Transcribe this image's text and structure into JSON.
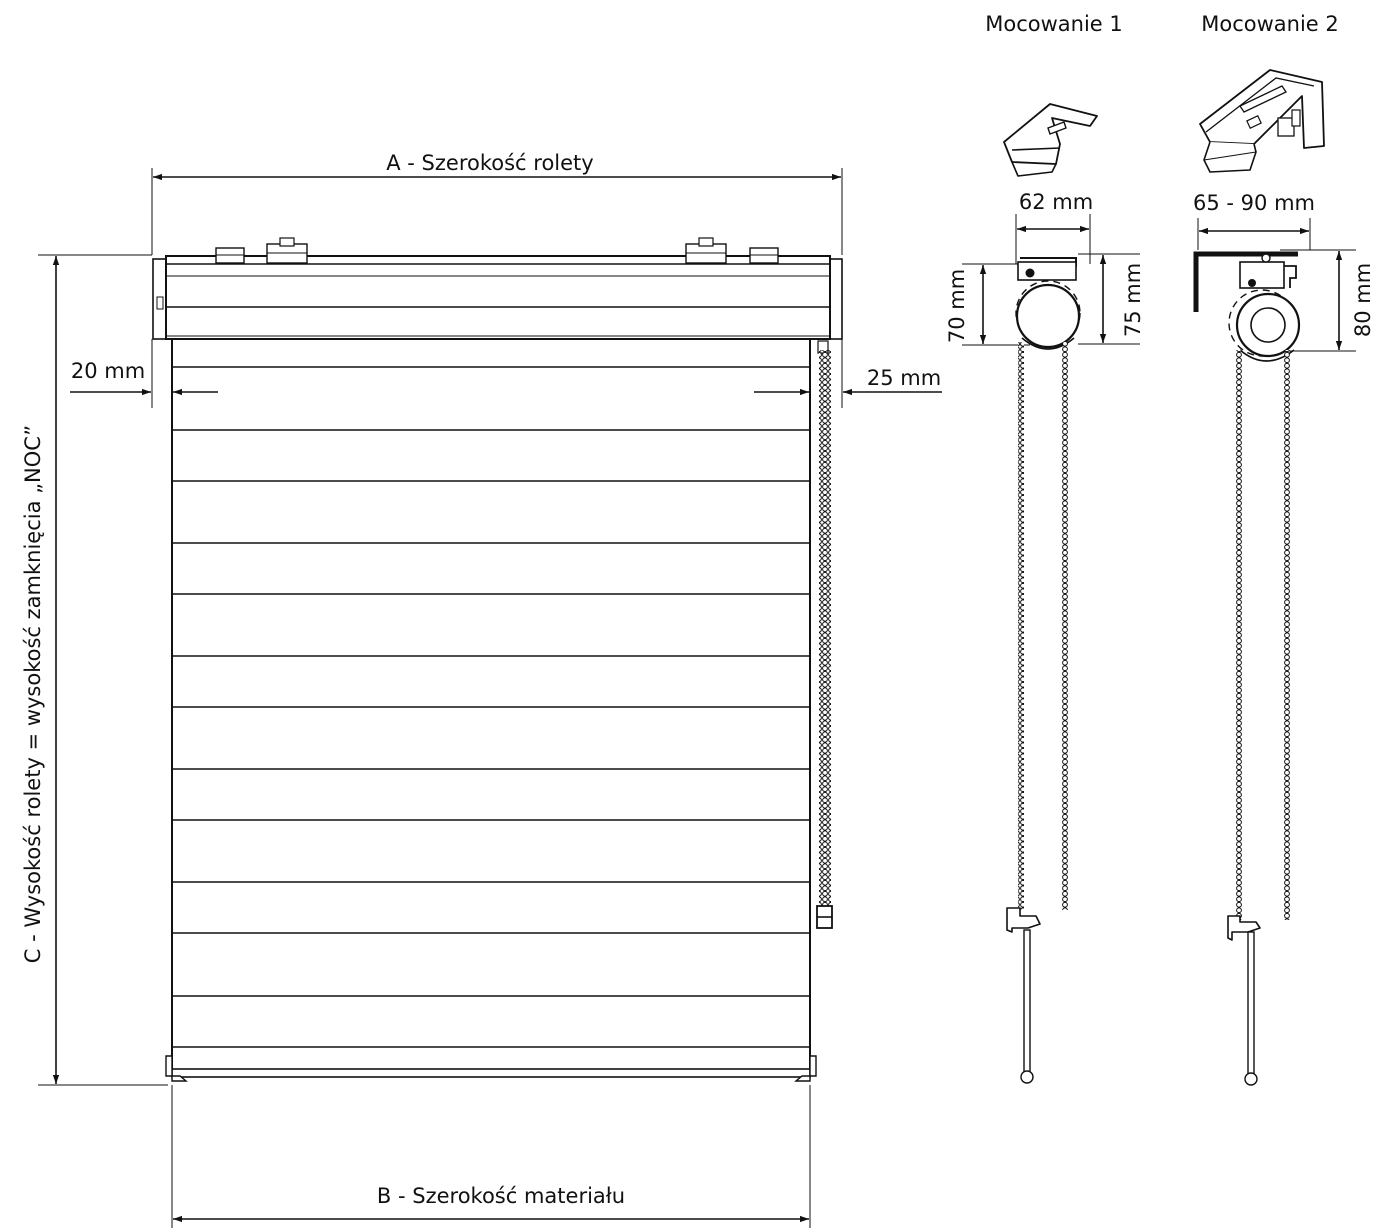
{
  "colors": {
    "line": "#111111",
    "background": "#ffffff",
    "fabric": "#ffffff"
  },
  "dimensions": {
    "width_a": "A - Szerokość rolety",
    "width_b": "B - Szerokość materiału",
    "height_c": "C - Wysokość rolety = wysokość zamknięcia „NOC”",
    "left_margin": "20 mm",
    "right_margin": "25 mm"
  },
  "mounts": [
    {
      "title": "Mocowanie 1",
      "depth": "62 mm",
      "height_outer": "70 mm",
      "height_inner": "75 mm"
    },
    {
      "title": "Mocowanie 2",
      "depth": "65 - 90 mm",
      "height_outer": "80 mm"
    }
  ],
  "blind": {
    "band_count": 13
  }
}
